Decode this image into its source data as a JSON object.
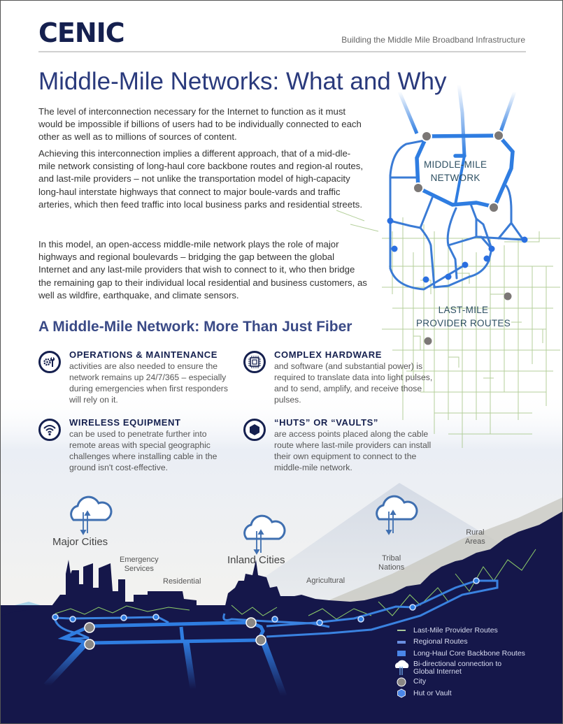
{
  "header": {
    "logo": "CENIC",
    "tagline": "Building the Middle Mile Broadband Infrastructure"
  },
  "title": "Middle-Mile Networks: What and Why",
  "paragraphs": [
    "The level of interconnection necessary for the Internet to function as it must would be impossible if billions of users had to be individually connected to each other as well as to millions of sources of content.",
    "Achieving this interconnection implies a different approach, that of a mid-dle-mile network consisting of long-haul core backbone routes and region-al routes, and last-mile providers – not unlike the transportation model of high-capacity long-haul interstate highways that connect to major boule-vards and traffic arteries, which then feed traffic into local business parks and residential streets.",
    "In this model, an open-access middle-mile network plays the role of major highways and regional boulevards – bridging the gap between the global Internet and any last-mile providers that wish to connect to it, who then bridge the remaining gap to their individual local residential and business customers, as well as wildfire, earthquake, and climate sensors."
  ],
  "map": {
    "middle_mile_label": [
      "MIDDLE-MILE",
      "NETWORK"
    ],
    "last_mile_label": [
      "LAST-MILE",
      "PROVIDER ROUTES"
    ],
    "colors": {
      "regional": "#3a7bd5",
      "backbone": "#2f7de1",
      "last_mile": "#8fb56a",
      "city": "#7a7a7a"
    }
  },
  "subtitle": "A Middle-Mile Network: More Than Just Fiber",
  "features": [
    {
      "icon": "tools-icon",
      "heading": "OPERATIONS & MAINTENANCE",
      "body": "activities are also needed to ensure the network remains up 24/7/365 – especially during emergencies when first responders will rely on it."
    },
    {
      "icon": "chip-icon",
      "heading": "COMPLEX HARDWARE",
      "body": "and software (and substantial power) is required to translate data into light pulses, and to send, amplify, and receive those pulses."
    },
    {
      "icon": "wifi-icon",
      "heading": "WIRELESS EQUIPMENT",
      "body": "can be used to penetrate further into remote areas with special geographic challenges where installing cable in the ground isn't cost-effective."
    },
    {
      "icon": "hexagon-icon",
      "heading": "“HUTS” OR “VAULTS”",
      "body": "are access points placed along the cable route where last-mile providers can install their own equipment to connect to the middle-mile network."
    }
  ],
  "scene": {
    "labels": {
      "major_cities": "Major Cities",
      "emergency": [
        "Emergency",
        "Services"
      ],
      "residential": "Residential",
      "inland_cities": "Inland Cities",
      "agricultural": "Agricultural",
      "tribal": [
        "Tribal",
        "Nations"
      ],
      "rural": [
        "Rural",
        "Areas"
      ]
    },
    "colors": {
      "ground": "#15174a",
      "backbone": "#2f7de1",
      "last_mile": "#8fcf6a"
    }
  },
  "legend": [
    {
      "icon": "last-mile-line-icon",
      "label": "Last-Mile Provider Routes"
    },
    {
      "icon": "regional-line-icon",
      "label": "Regional Routes"
    },
    {
      "icon": "backbone-line-icon",
      "label": "Long-Haul Core Backbone Routes"
    },
    {
      "icon": "cloud-icon",
      "label": "Bi-directional connection to",
      "label2": "Global Internet"
    },
    {
      "icon": "city-dot-icon",
      "label": "City"
    },
    {
      "icon": "hut-hexagon-icon",
      "label": "Hut or Vault"
    }
  ]
}
